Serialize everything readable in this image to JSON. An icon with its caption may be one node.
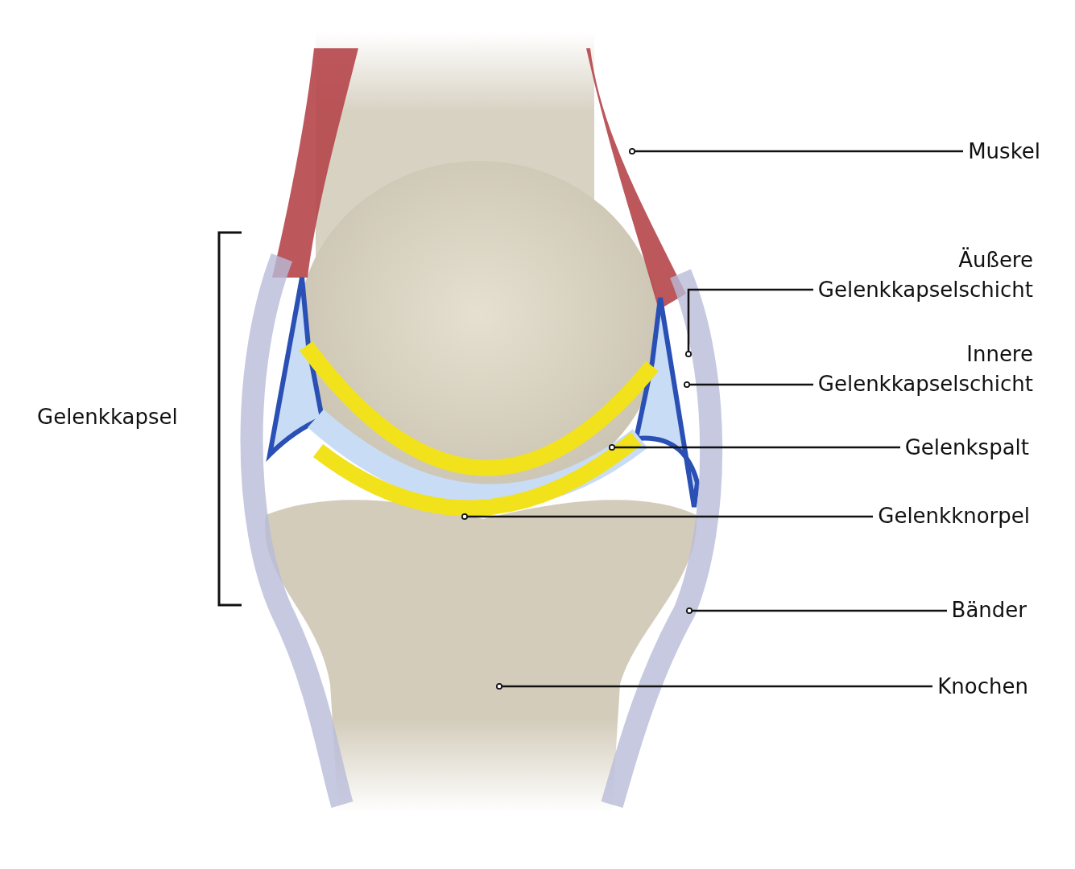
{
  "diagram": {
    "nodes": [
      {
        "text": [
          "Muskel"
        ]
      },
      {
        "text": [
          "Äußere Gelenkkapselschicht"
        ]
      },
      {
        "text": [
          "Innere Gelenkkapselschicht"
        ]
      },
      {
        "text": [
          "Gelenkspalt"
        ]
      },
      {
        "text": [
          "Gelenkknorpel"
        ]
      },
      {
        "text": [
          "Bänder"
        ]
      },
      {
        "text": [
          "Knochen"
        ]
      }
    ],
    "edges": [
      {
        "from": 0,
        "to": null,
        "arrow": "other"
      },
      {
        "from": 1,
        "to": null,
        "arrow": "other"
      },
      {
        "from": 2,
        "to": null,
        "arrow": "other"
      },
      {
        "from": 3,
        "to": null,
        "arrow": "other"
      },
      {
        "from": 4,
        "to": null,
        "arrow": "other"
      },
      {
        "from": 5,
        "to": null,
        "arrow": "other"
      },
      {
        "from": 6,
        "to": null,
        "arrow": "other"
      }
    ],
    "labels": [
      "Gelenkkapsel"
    ]
  }
}
